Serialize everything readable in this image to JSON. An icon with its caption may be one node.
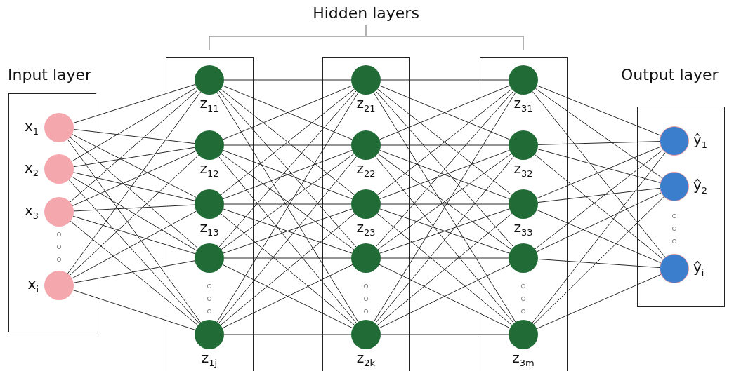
{
  "diagram": {
    "nodes": [
      {
        "text": [
          "Input layer"
        ]
      },
      {
        "text": [],
        "shape": "circle",
        "in": 0,
        "beside": [
          "x$_{1}$"
        ]
      },
      {
        "text": [],
        "shape": "circle",
        "in": 0,
        "beside": [
          "x$_{2}$"
        ]
      },
      {
        "text": [],
        "shape": "circle",
        "in": 0,
        "beside": [
          "x$_{3}$"
        ]
      },
      {
        "text": [],
        "shape": "circle",
        "in": 0,
        "beside": [
          "x$_{i}$"
        ]
      },
      {
        "text": [],
        "shape": "box"
      },
      {
        "text": [],
        "shape": "circle",
        "in": 5,
        "beside": [
          "z$_{11}$"
        ]
      },
      {
        "text": [],
        "shape": "circle",
        "in": 5,
        "beside": [
          "z$_{12}$"
        ]
      },
      {
        "text": [],
        "shape": "circle",
        "in": 5,
        "beside": [
          "z$_{13}$"
        ]
      },
      {
        "text": [],
        "shape": "circle",
        "in": 5
      },
      {
        "text": [],
        "shape": "circle",
        "in": 5,
        "beside": [
          "z$_{1j}$"
        ]
      },
      {
        "text": [],
        "shape": "box"
      },
      {
        "text": [],
        "shape": "circle",
        "in": 11,
        "beside": [
          "z$_{21}$"
        ]
      },
      {
        "text": [],
        "shape": "circle",
        "in": 11,
        "beside": [
          "z$_{22}$"
        ]
      },
      {
        "text": [],
        "shape": "circle",
        "in": 11,
        "beside": [
          "z$_{23}$"
        ]
      },
      {
        "text": [],
        "shape": "circle",
        "in": 11
      },
      {
        "text": [],
        "shape": "circle",
        "in": 11,
        "beside": [
          "z$_{2k}$"
        ]
      },
      {
        "text": [],
        "shape": "box"
      },
      {
        "text": [],
        "shape": "circle",
        "in": 17,
        "beside": [
          "z$_{31}$"
        ]
      },
      {
        "text": [],
        "shape": "circle",
        "in": 17,
        "beside": [
          "z$_{32}$"
        ]
      },
      {
        "text": [],
        "shape": "circle",
        "in": 17,
        "beside": [
          "z$_{33}$"
        ]
      },
      {
        "text": [],
        "shape": "circle",
        "in": 17
      },
      {
        "text": [],
        "shape": "circle",
        "in": 17,
        "beside": [
          "z$_{3m}$"
        ]
      },
      {
        "text": [
          "Output layer"
        ]
      },
      {
        "text": [],
        "shape": "circle",
        "in": 23,
        "beside": [
          "ŷ$_{1}$"
        ]
      },
      {
        "text": [],
        "shape": "circle",
        "in": 23,
        "beside": [
          "ŷ$_{2}$"
        ]
      },
      {
        "text": [],
        "shape": "circle",
        "in": 23,
        "beside": [
          "ŷ$_{i}$"
        ]
      }
    ],
    "edges": [
      {
        "from": 1,
        "to": 6,
        "arrow": "none"
      },
      {
        "from": 1,
        "to": 7,
        "arrow": "none"
      },
      {
        "from": 1,
        "to": 8,
        "arrow": "none"
      },
      {
        "from": 1,
        "to": 9,
        "arrow": "none"
      },
      {
        "from": 1,
        "to": 10,
        "arrow": "none"
      },
      {
        "from": 2,
        "to": 6,
        "arrow": "none"
      },
      {
        "from": 2,
        "to": 7,
        "arrow": "none"
      },
      {
        "from": 2,
        "to": 8,
        "arrow": "none"
      },
      {
        "from": 2,
        "to": 9,
        "arrow": "none"
      },
      {
        "from": 2,
        "to": 10,
        "arrow": "none"
      },
      {
        "from": 3,
        "to": 6,
        "arrow": "none"
      },
      {
        "from": 3,
        "to": 7,
        "arrow": "none"
      },
      {
        "from": 3,
        "to": 8,
        "arrow": "none"
      },
      {
        "from": 3,
        "to": 9,
        "arrow": "none"
      },
      {
        "from": 3,
        "to": 10,
        "arrow": "none"
      },
      {
        "from": 4,
        "to": 6,
        "arrow": "none"
      },
      {
        "from": 4,
        "to": 7,
        "arrow": "none"
      },
      {
        "from": 4,
        "to": 8,
        "arrow": "none"
      },
      {
        "from": 4,
        "to": 9,
        "arrow": "none"
      },
      {
        "from": 4,
        "to": 10,
        "arrow": "none"
      },
      {
        "from": 6,
        "to": 12,
        "arrow": "none"
      },
      {
        "from": 6,
        "to": 13,
        "arrow": "none"
      },
      {
        "from": 6,
        "to": 14,
        "arrow": "none"
      },
      {
        "from": 6,
        "to": 15,
        "arrow": "none"
      },
      {
        "from": 6,
        "to": 16,
        "arrow": "none"
      },
      {
        "from": 7,
        "to": 12,
        "arrow": "none"
      },
      {
        "from": 7,
        "to": 13,
        "arrow": "none"
      },
      {
        "from": 7,
        "to": 14,
        "arrow": "none"
      },
      {
        "from": 7,
        "to": 15,
        "arrow": "none"
      },
      {
        "from": 7,
        "to": 16,
        "arrow": "none"
      },
      {
        "from": 8,
        "to": 12,
        "arrow": "none"
      },
      {
        "from": 8,
        "to": 13,
        "arrow": "none"
      },
      {
        "from": 8,
        "to": 14,
        "arrow": "none"
      },
      {
        "from": 8,
        "to": 15,
        "arrow": "none"
      },
      {
        "from": 8,
        "to": 16,
        "arrow": "none"
      },
      {
        "from": 9,
        "to": 12,
        "arrow": "none"
      },
      {
        "from": 9,
        "to": 13,
        "arrow": "none"
      },
      {
        "from": 9,
        "to": 14,
        "arrow": "none"
      },
      {
        "from": 9,
        "to": 15,
        "arrow": "none"
      },
      {
        "from": 9,
        "to": 16,
        "arrow": "none"
      },
      {
        "from": 10,
        "to": 12,
        "arrow": "none"
      },
      {
        "from": 10,
        "to": 13,
        "arrow": "none"
      },
      {
        "from": 10,
        "to": 14,
        "arrow": "none"
      },
      {
        "from": 10,
        "to": 15,
        "arrow": "none"
      },
      {
        "from": 10,
        "to": 16,
        "arrow": "none"
      },
      {
        "from": 12,
        "to": 18,
        "arrow": "none"
      },
      {
        "from": 12,
        "to": 19,
        "arrow": "none"
      },
      {
        "from": 12,
        "to": 20,
        "arrow": "none"
      },
      {
        "from": 12,
        "to": 21,
        "arrow": "none"
      },
      {
        "from": 12,
        "to": 22,
        "arrow": "none"
      },
      {
        "from": 13,
        "to": 18,
        "arrow": "none"
      },
      {
        "from": 13,
        "to": 19,
        "arrow": "none"
      },
      {
        "from": 13,
        "to": 20,
        "arrow": "none"
      },
      {
        "from": 13,
        "to": 21,
        "arrow": "none"
      },
      {
        "from": 13,
        "to": 22,
        "arrow": "none"
      },
      {
        "from": 14,
        "to": 18,
        "arrow": "none"
      },
      {
        "from": 14,
        "to": 19,
        "arrow": "none"
      },
      {
        "from": 14,
        "to": 20,
        "arrow": "none"
      },
      {
        "from": 14,
        "to": 21,
        "arrow": "none"
      },
      {
        "from": 14,
        "to": 22,
        "arrow": "none"
      },
      {
        "from": 15,
        "to": 18,
        "arrow": "none"
      },
      {
        "from": 15,
        "to": 19,
        "arrow": "none"
      },
      {
        "from": 15,
        "to": 20,
        "arrow": "none"
      },
      {
        "from": 15,
        "to": 21,
        "arrow": "none"
      },
      {
        "from": 15,
        "to": 22,
        "arrow": "none"
      },
      {
        "from": 16,
        "to": 18,
        "arrow": "none"
      },
      {
        "from": 16,
        "to": 19,
        "arrow": "none"
      },
      {
        "from": 16,
        "to": 20,
        "arrow": "none"
      },
      {
        "from": 16,
        "to": 21,
        "arrow": "none"
      },
      {
        "from": 16,
        "to": 22,
        "arrow": "none"
      },
      {
        "from": 18,
        "to": 24,
        "arrow": "none"
      },
      {
        "from": 18,
        "to": 25,
        "arrow": "none"
      },
      {
        "from": 18,
        "to": 26,
        "arrow": "none"
      },
      {
        "from": 19,
        "to": 24,
        "arrow": "none"
      },
      {
        "from": 19,
        "to": 25,
        "arrow": "none"
      },
      {
        "from": 19,
        "to": 26,
        "arrow": "none"
      },
      {
        "from": 20,
        "to": 24,
        "arrow": "none"
      },
      {
        "from": 20,
        "to": 25,
        "arrow": "none"
      },
      {
        "from": 20,
        "to": 26,
        "arrow": "none"
      },
      {
        "from": 21,
        "to": 24,
        "arrow": "none"
      },
      {
        "from": 21,
        "to": 25,
        "arrow": "none"
      },
      {
        "from": 21,
        "to": 26,
        "arrow": "none"
      },
      {
        "from": 22,
        "to": 24,
        "arrow": "none"
      },
      {
        "from": 22,
        "to": 25,
        "arrow": "none"
      },
      {
        "from": 22,
        "to": 26,
        "arrow": "none"
      }
    ],
    "labels": [
      "Hidden layers"
    ]
  }
}
